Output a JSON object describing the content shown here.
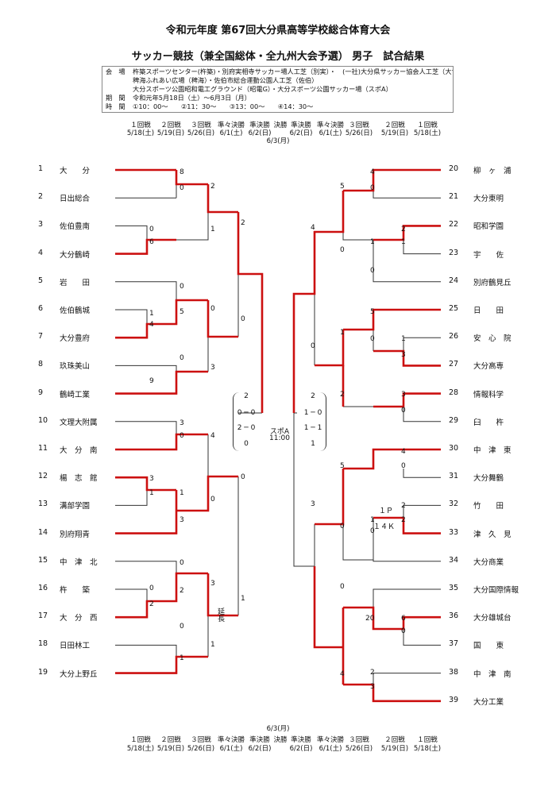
{
  "header": {
    "title1": "令和元年度 第67回大分県高等学校総合体育大会",
    "title2": "サッカー競技（兼全国総体・全九州大会予選） 男子　試合結果"
  },
  "info": {
    "venue_label": "会　場",
    "venue_1": "杵築スポーツセンター(杵築)・別府実相寺サッカー場人工芝（別実）・　(一社)大分県サッカー協会人工芝（大サ協）",
    "venue_2": "稗海ふれあい広場（稗海）・佐伯市総合運動公園人工芝（佐伯）",
    "venue_3": "大分スポーツ公園昭和電工グラウンド（昭電G）・大分スポーツ公園サッカー場（スポA）",
    "period_label": "期　間",
    "period": "令和元年5月18日（土）～6月3日（月）",
    "time_label": "時　間",
    "time": "①10：00～　　②11：30～　　③13：00～　　④14：30～"
  },
  "rounds": [
    {
      "name": "１回戦",
      "date": "5/18(土)"
    },
    {
      "name": "２回戦",
      "date": "5/19(日)"
    },
    {
      "name": "３回戦",
      "date": "5/26(日)"
    },
    {
      "name": "準々決勝",
      "date": "6/1(土)"
    },
    {
      "name": "準決勝",
      "date": "6/2(日)"
    },
    {
      "name": "決勝",
      "date": ""
    },
    {
      "name": "準決勝",
      "date": "6/2(日)"
    },
    {
      "name": "準々決勝",
      "date": "6/1(土)"
    },
    {
      "name": "３回戦",
      "date": "5/26(日)"
    },
    {
      "name": "２回戦",
      "date": "5/19(日)"
    },
    {
      "name": "１回戦",
      "date": "5/18(土)"
    }
  ],
  "final_date": "6/3(月)",
  "teams_left": [
    {
      "num": "1",
      "name": "大　　分"
    },
    {
      "num": "2",
      "name": "日出総合"
    },
    {
      "num": "3",
      "name": "佐伯豊南"
    },
    {
      "num": "4",
      "name": "大分鶴崎"
    },
    {
      "num": "5",
      "name": "岩　　田"
    },
    {
      "num": "6",
      "name": "佐伯鶴城"
    },
    {
      "num": "7",
      "name": "大分豊府"
    },
    {
      "num": "8",
      "name": "玖珠美山"
    },
    {
      "num": "9",
      "name": "鶴崎工業"
    },
    {
      "num": "10",
      "name": "文理大附属"
    },
    {
      "num": "11",
      "name": "大　分　南"
    },
    {
      "num": "12",
      "name": "楊　志　館"
    },
    {
      "num": "13",
      "name": "溝部学園"
    },
    {
      "num": "14",
      "name": "別府翔青"
    },
    {
      "num": "15",
      "name": "中　津　北"
    },
    {
      "num": "16",
      "name": "杵　　築"
    },
    {
      "num": "17",
      "name": "大　分　西"
    },
    {
      "num": "18",
      "name": "日田林工"
    },
    {
      "num": "19",
      "name": "大分上野丘"
    }
  ],
  "teams_right": [
    {
      "num": "20",
      "name": "柳　ヶ　浦"
    },
    {
      "num": "21",
      "name": "大分東明"
    },
    {
      "num": "22",
      "name": "昭和学園"
    },
    {
      "num": "23",
      "name": "宇　　佐"
    },
    {
      "num": "24",
      "name": "別府鶴見丘"
    },
    {
      "num": "25",
      "name": "日　　田"
    },
    {
      "num": "26",
      "name": "安　心　院"
    },
    {
      "num": "27",
      "name": "大分高専"
    },
    {
      "num": "28",
      "name": "情報科学"
    },
    {
      "num": "29",
      "name": "臼　　杵"
    },
    {
      "num": "30",
      "name": "中　津　東"
    },
    {
      "num": "31",
      "name": "大分舞鶴"
    },
    {
      "num": "32",
      "name": "竹　　田"
    },
    {
      "num": "33",
      "name": "津　久　見"
    },
    {
      "num": "34",
      "name": "大分商業"
    },
    {
      "num": "35",
      "name": "大分国際情報"
    },
    {
      "num": "36",
      "name": "大分雄城台"
    },
    {
      "num": "37",
      "name": "国　　東"
    },
    {
      "num": "38",
      "name": "中　津　南"
    },
    {
      "num": "39",
      "name": "大分工業"
    }
  ],
  "final": {
    "left_total": "2",
    "left_h1": "0 ─ 0",
    "left_h2": "2 ─ 0",
    "left_pk": "0",
    "right_total": "2",
    "right_h1": "1 ─ 0",
    "right_h2": "1 ─ 1",
    "right_pk": "1",
    "venue": "スポA",
    "time": "11:00"
  },
  "notes": {
    "extra_time": "延長",
    "pk": "１Ｐ",
    "pk2": "１４Ｋ"
  }
}
